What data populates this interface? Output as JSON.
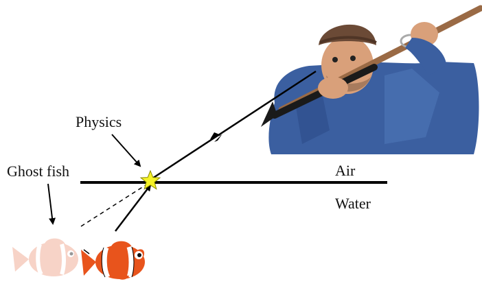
{
  "labels": {
    "physics": "Physics",
    "ghost_fish": "Ghost fish",
    "air": "Air",
    "water": "Water"
  },
  "colors": {
    "star": "#f5f228",
    "fish_orange": "#e8541c",
    "ghost_fish": "#f2b09a",
    "shirt": "#3b5fa0",
    "skin": "#d9a07a",
    "spear": "#9a6a45"
  },
  "icons": {
    "refraction_point": "star-icon",
    "real_fish": "clownfish-icon",
    "ghost_fish": "ghost-clownfish-icon",
    "fisherman": "spear-fisherman-icon"
  }
}
